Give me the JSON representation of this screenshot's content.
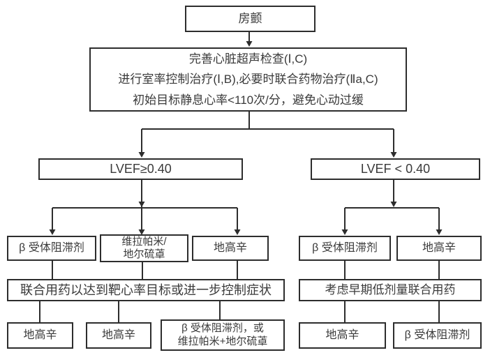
{
  "palette": {
    "line_color": "#2d2d2d",
    "text_color": "#3a3a3a",
    "background_color": "#ffffff"
  },
  "flowchart": {
    "root": {
      "label": "房颤"
    },
    "assessment": {
      "lines": [
        "完善心脏超声检查(Ⅰ,C)",
        "进行室率控制治疗(Ⅰ,B),必要时联合药物治疗(Ⅱa,C)",
        "初始目标静息心率<110次/分，避免心动过缓"
      ]
    },
    "left": {
      "condition": "LVEF≥0.40",
      "drug1": "β 受体阻滞剂",
      "drug2_line1": "维拉帕米/",
      "drug2_line2": "地尔硫䓬",
      "drug3": "地高辛",
      "combine": "联合用药以达到靶心率目标或进一步控制症状",
      "outcome1": "地高辛",
      "outcome2": "地高辛",
      "outcome3_line1": "β 受体阻滞剂，或",
      "outcome3_line2": "维拉帕米+地尔硫䓬"
    },
    "right": {
      "condition": "LVEF < 0.40",
      "drug1": "β 受体阻滞剂",
      "drug2": "地高辛",
      "combine": "考虑早期低剂量联合用药",
      "outcome1": "地高辛",
      "outcome2": "β 受体阻滞剂"
    }
  }
}
